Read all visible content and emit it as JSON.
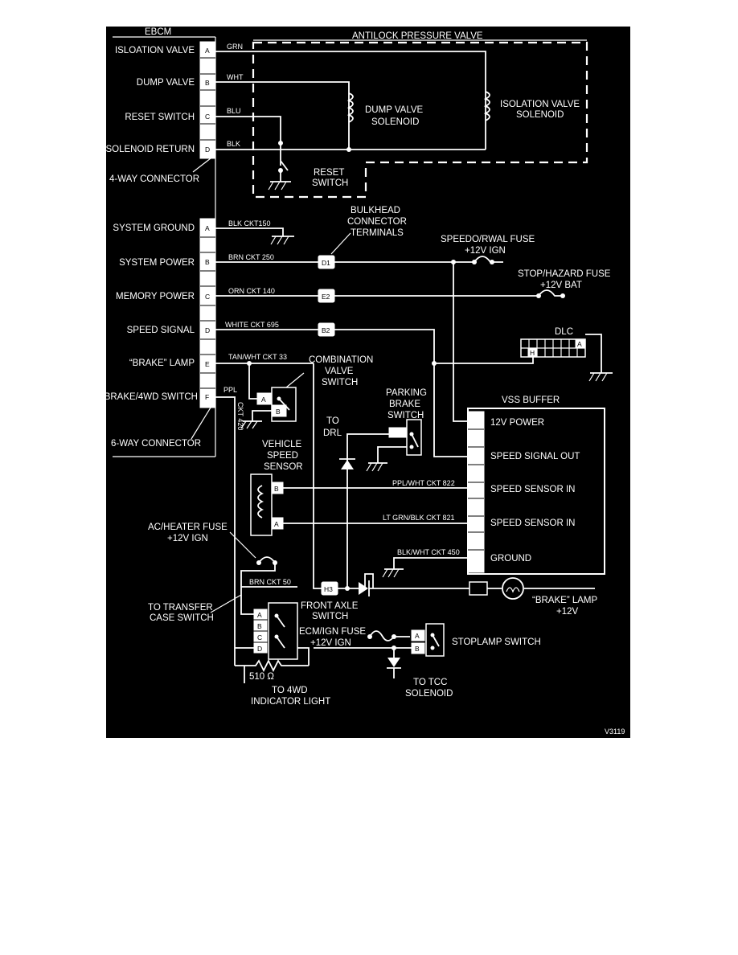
{
  "ebcm": {
    "title": "EBCM",
    "pins_4way": [
      {
        "pin": "A",
        "label": "ISLOATION VALVE"
      },
      {
        "pin": "B",
        "label": "DUMP VALVE"
      },
      {
        "pin": "C",
        "label": "RESET SWITCH"
      },
      {
        "pin": "D",
        "label": "SOLENOID RETURN"
      }
    ],
    "connector_4way": "4-WAY CONNECTOR",
    "pins_6way": [
      {
        "pin": "A",
        "label": "SYSTEM GROUND"
      },
      {
        "pin": "B",
        "label": "SYSTEM POWER"
      },
      {
        "pin": "C",
        "label": "MEMORY POWER"
      },
      {
        "pin": "D",
        "label": "SPEED SIGNAL"
      },
      {
        "pin": "E",
        "label": "“BRAKE” LAMP"
      },
      {
        "pin": "F",
        "label": "BRAKE/4WD SWITCH"
      }
    ],
    "connector_6way": "6-WAY CONNECTOR"
  },
  "valve": {
    "title": "ANTILOCK PRESSURE VALVE",
    "dump_line1": "DUMP VALVE",
    "dump_line2": "SOLENOID",
    "iso_line1": "ISOLATION VALVE",
    "iso_line2": "SOLENOID",
    "reset_line1": "RESET",
    "reset_line2": "SWITCH"
  },
  "wires": {
    "grn": "GRN",
    "wht": "WHT",
    "blu": "BLU",
    "blk": "BLK",
    "blk150": "BLK  CKT150",
    "brn250": "BRN CKT 250",
    "orn140": "ORN CKT 140",
    "white695": "WHITE  CKT  695",
    "tanwht33": "TAN/WHT CKT 33",
    "ppl": "PPL",
    "ckt420": "CKT 420",
    "pplwht822": "PPL/WHT CKT 822",
    "ltgrn821": "LT GRN/BLK CKT  821",
    "blkwht450": "BLK/WHT CKT 450",
    "brn50": "BRN CKT 50"
  },
  "bulkhead": {
    "line1": "BULKHEAD",
    "line2": "CONNECTOR",
    "line3": "TERMINALS",
    "d1": "D1",
    "e2": "E2",
    "b2": "B2",
    "h3": "H3"
  },
  "fuses": {
    "speedo_line1": "SPEEDO/RWAL FUSE",
    "speedo_line2": "+12V IGN",
    "stop_line1": "STOP/HAZARD FUSE",
    "stop_line2": "+12V BAT",
    "ac_line1": "AC/HEATER FUSE",
    "ac_line2": "+12V IGN",
    "ecm_line1": "ECM/IGN FUSE",
    "ecm_line2": "+12V IGN"
  },
  "dlc": {
    "title": "DLC",
    "pin_a": "A",
    "pin_h": "H"
  },
  "combination_valve": {
    "line1": "COMBINATION",
    "line2": "VALVE",
    "line3": "SWITCH",
    "pin_a": "A",
    "pin_b": "B"
  },
  "parking_brake": {
    "line1": "PARKING",
    "line2": "BRAKE",
    "line3": "SWITCH"
  },
  "to_drl": {
    "line1": "TO",
    "line2": "DRL"
  },
  "vss_sensor": {
    "line1": "VEHICLE",
    "line2": "SPEED",
    "line3": "SENSOR",
    "pin_b": "B",
    "pin_a": "A"
  },
  "vss_buffer": {
    "title": "VSS BUFFER",
    "pins": [
      "12V POWER",
      "SPEED SIGNAL OUT",
      "SPEED SENSOR IN",
      "SPEED SENSOR IN",
      "GROUND"
    ]
  },
  "brake_lamp": {
    "line1": "“BRAKE” LAMP",
    "line2": "+12V"
  },
  "transfer_case": {
    "line1": "TO TRANSFER",
    "line2": "CASE SWITCH"
  },
  "front_axle": {
    "line1": "FRONT AXLE",
    "line2": "SWITCH",
    "pins": [
      "A",
      "B",
      "C",
      "D"
    ]
  },
  "stoplamp": {
    "title": "STOPLAMP SWITCH",
    "pin_a": "A",
    "pin_b": "B"
  },
  "resistor": {
    "value": "510 Ω"
  },
  "indicator": {
    "line1": "TO 4WD",
    "line2": "INDICATOR LIGHT"
  },
  "tcc": {
    "line1": "TO TCC",
    "line2": "SOLENOID"
  },
  "figure_id": "V3119"
}
